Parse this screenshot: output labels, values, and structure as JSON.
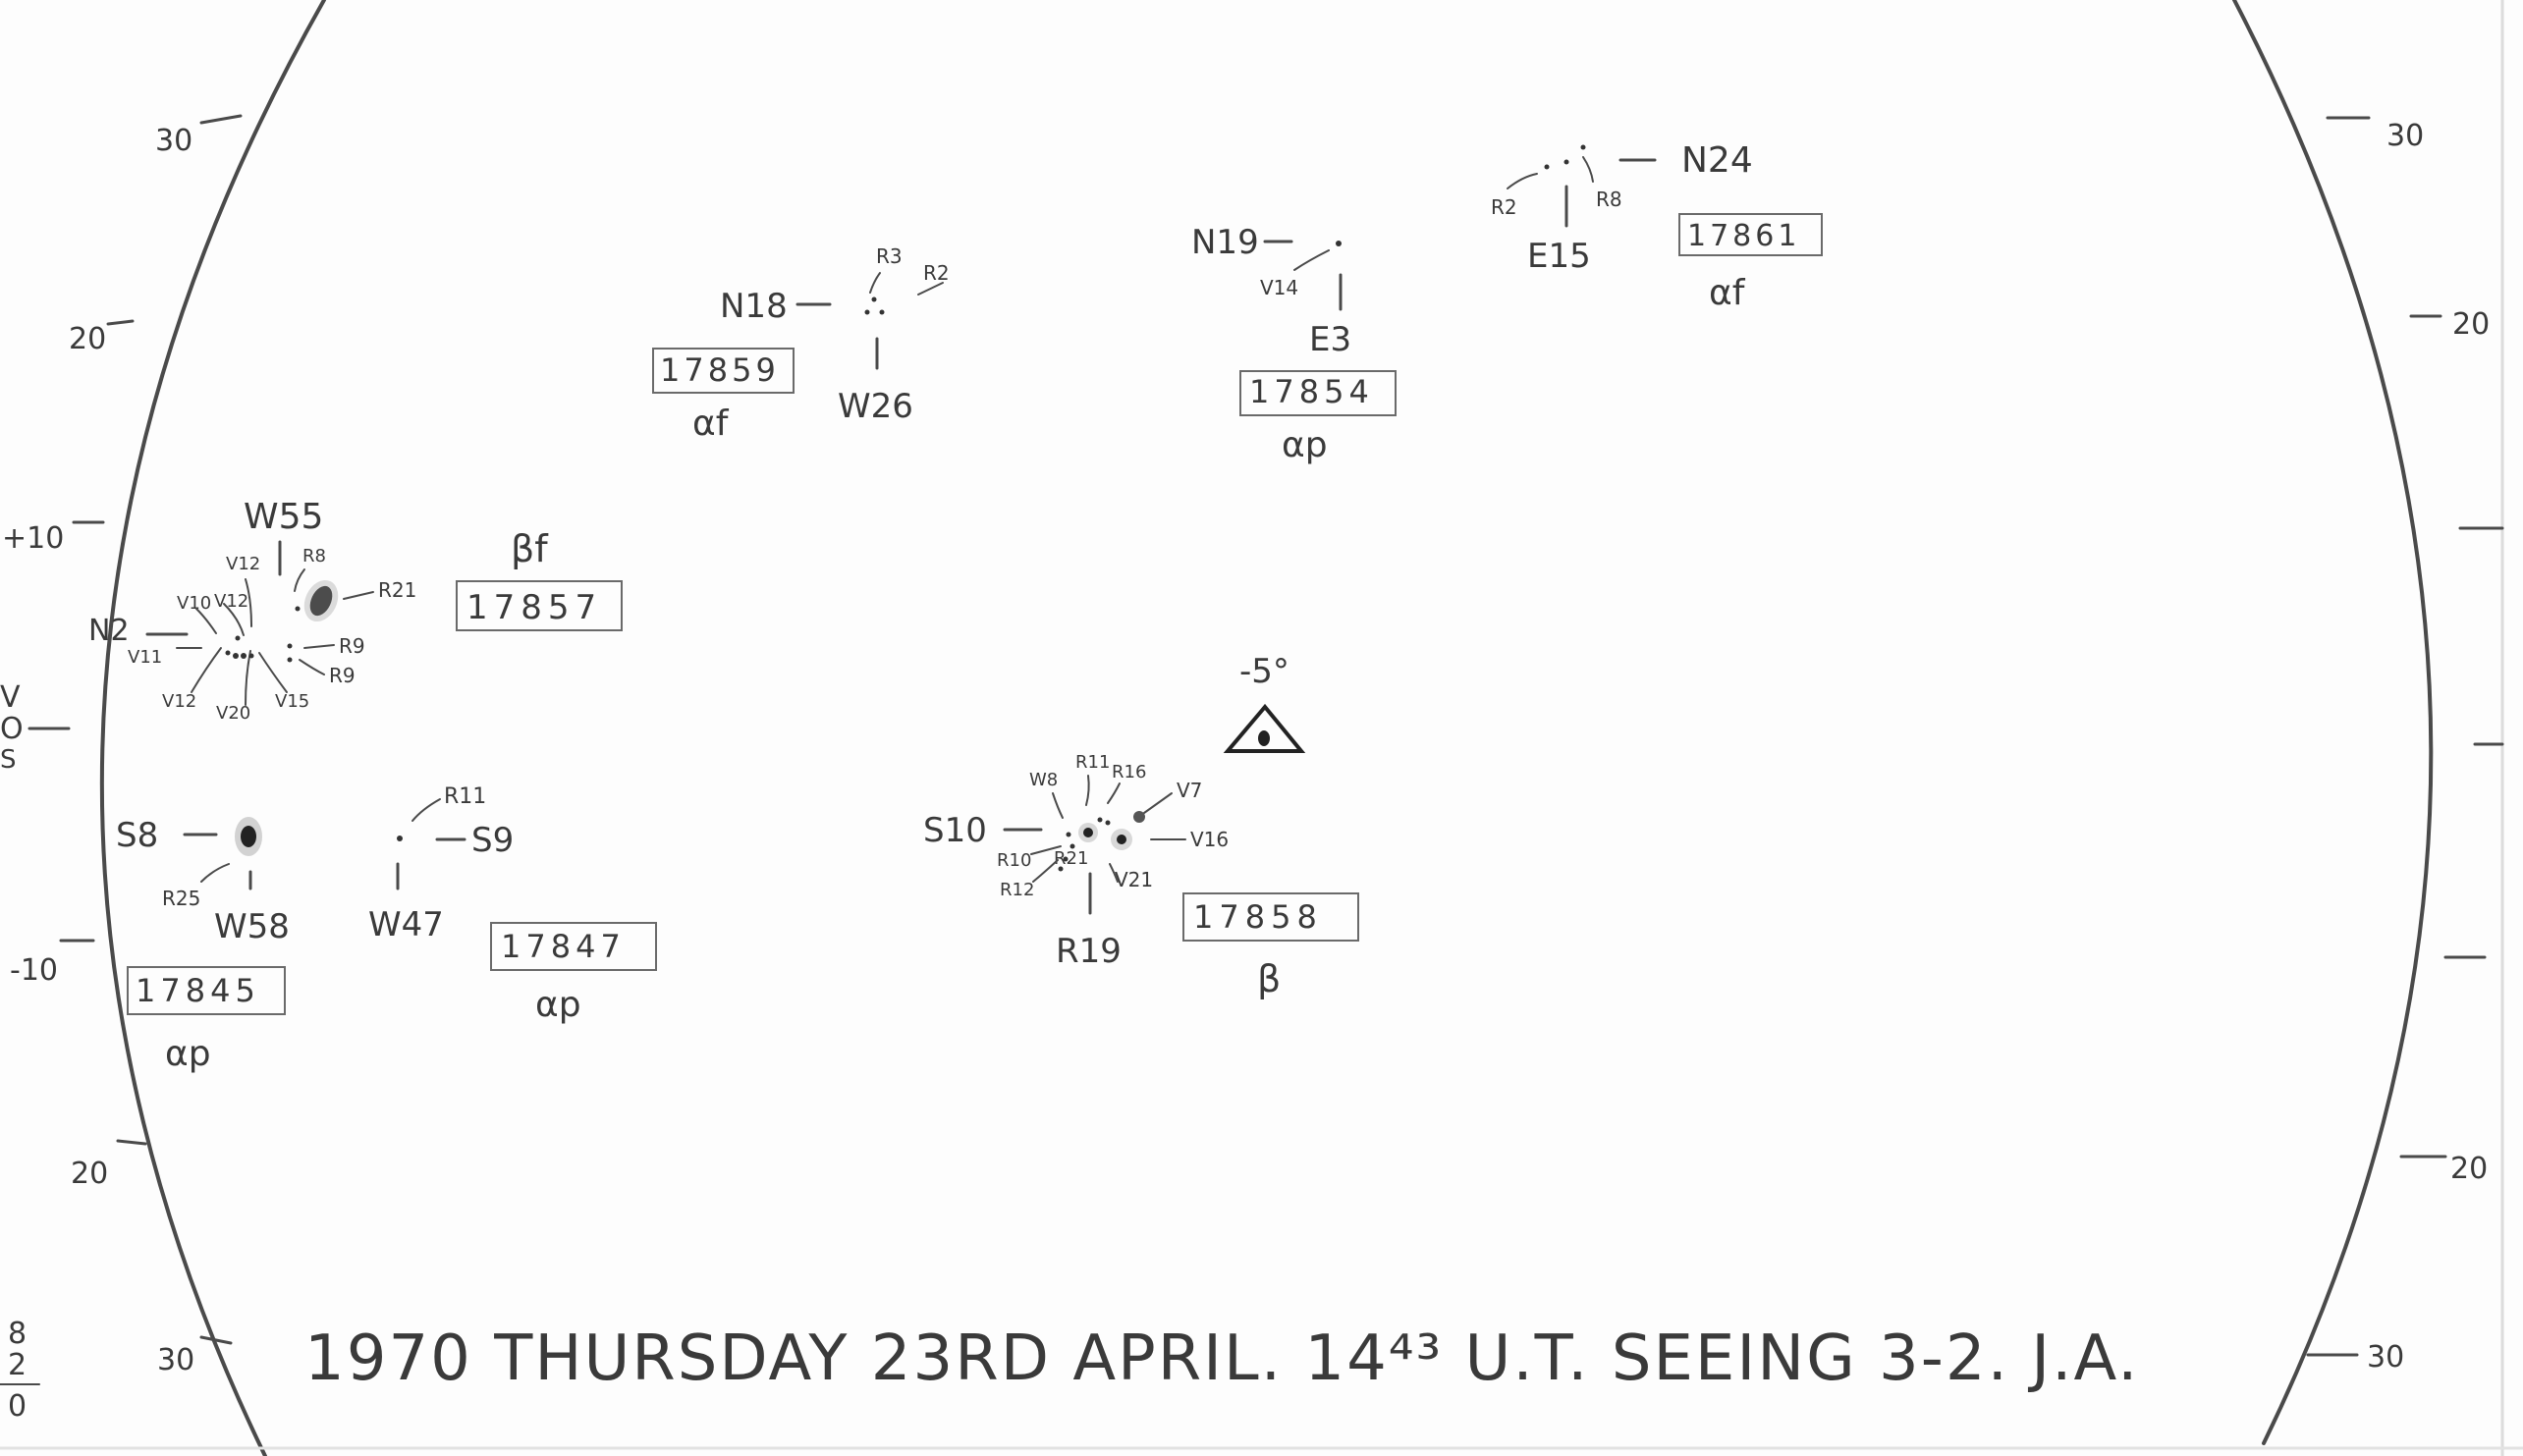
{
  "scale_labels": {
    "left": [
      "30",
      "20",
      "+10",
      "-10",
      "20",
      "30"
    ],
    "right": [
      "30",
      "20",
      "20",
      "30"
    ],
    "left_edge_fragment": [
      "V",
      "O",
      "S"
    ],
    "corner_fraction": [
      "8",
      "2",
      "0"
    ]
  },
  "groups": [
    {
      "id": "17845",
      "designation": "αp",
      "labels": [
        "S8",
        "W58",
        "R25"
      ]
    },
    {
      "id": "17847",
      "designation": "αp",
      "labels": [
        "S9",
        "W47",
        "R11"
      ]
    },
    {
      "id": "17857",
      "designation": "βf",
      "labels": [
        "W55",
        "N2",
        "V12",
        "V10",
        "V12",
        "V11",
        "V12",
        "V20",
        "V15",
        "R8",
        "R21",
        "R9",
        "R9"
      ]
    },
    {
      "id": "17859",
      "designation": "αf",
      "labels": [
        "N18",
        "W26",
        "R3",
        "R2"
      ]
    },
    {
      "id": "17854",
      "designation": "αp",
      "labels": [
        "N19",
        "E3",
        "V14"
      ]
    },
    {
      "id": "17861",
      "designation": "αf",
      "labels": [
        "N24",
        "E15",
        "R2",
        "R8"
      ]
    },
    {
      "id": "17858",
      "designation": "β",
      "labels": [
        "S10",
        "W8",
        "R11",
        "R16",
        "V7",
        "V16",
        "V21",
        "R21",
        "R12",
        "R10",
        "R19"
      ]
    }
  ],
  "marker": {
    "label": "-5°"
  },
  "footer": {
    "caption": "1970 THURSDAY 23RD APRIL. 14⁴³ U.T. SEEING 3-2. J.A."
  },
  "colors": {
    "paper": "#fdfdfd",
    "pencil": "#3a3a3a",
    "grid": "#808080"
  }
}
